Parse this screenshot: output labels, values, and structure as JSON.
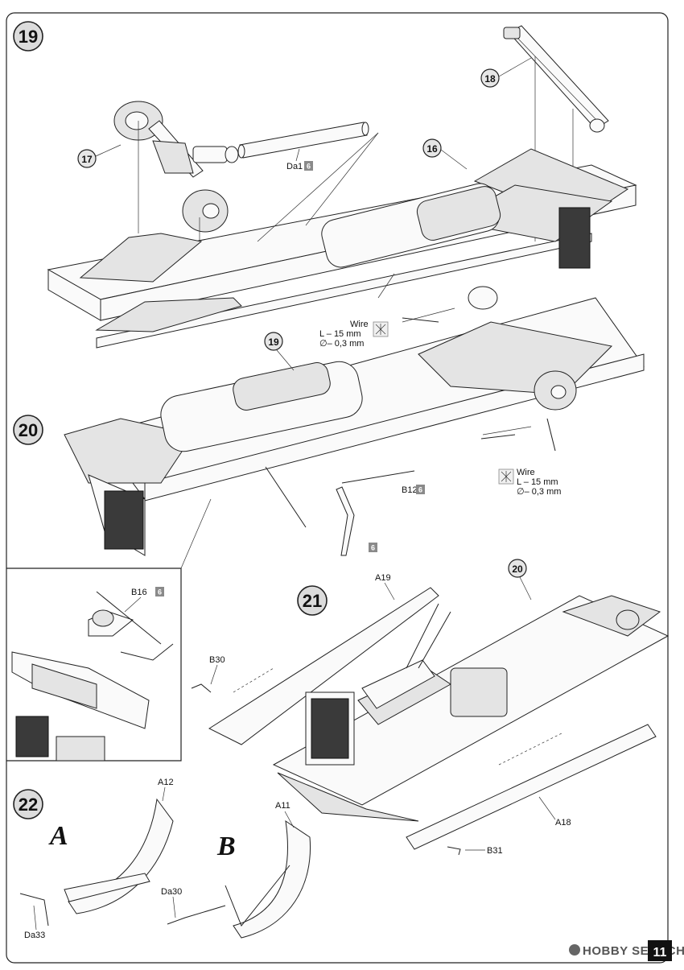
{
  "steps": [
    {
      "number": "19"
    },
    {
      "number": "20"
    },
    {
      "number": "21"
    },
    {
      "number": "22"
    }
  ],
  "callouts": {
    "c17": "17",
    "c18": "18",
    "c16": "16",
    "c19": "19",
    "c20": "20"
  },
  "parts": {
    "da1": "Da1",
    "b12": "B12",
    "b16": "B16",
    "b30": "B30",
    "b31": "B31",
    "a19": "A19",
    "a18": "A18",
    "a12": "A12",
    "a11": "A11",
    "da30": "Da30",
    "da33": "Da33"
  },
  "paint_codes": {
    "da1": "6",
    "b12": "6",
    "b16": "6",
    "loose": "6"
  },
  "wire_notes": [
    {
      "title": "Wire",
      "length": "L – 15 mm",
      "diameter": "∅– 0,3 mm"
    },
    {
      "title": "Wire",
      "length": "L – 15 mm",
      "diameter": "∅– 0,3 mm"
    }
  ],
  "variants": {
    "a": "A",
    "b": "B"
  },
  "page_number": "11",
  "watermark": "HOBBY SEARCH",
  "colors": {
    "paint_badge": "#8a8a8a",
    "step_circle": "#dcdcdc",
    "line": "#222222"
  }
}
